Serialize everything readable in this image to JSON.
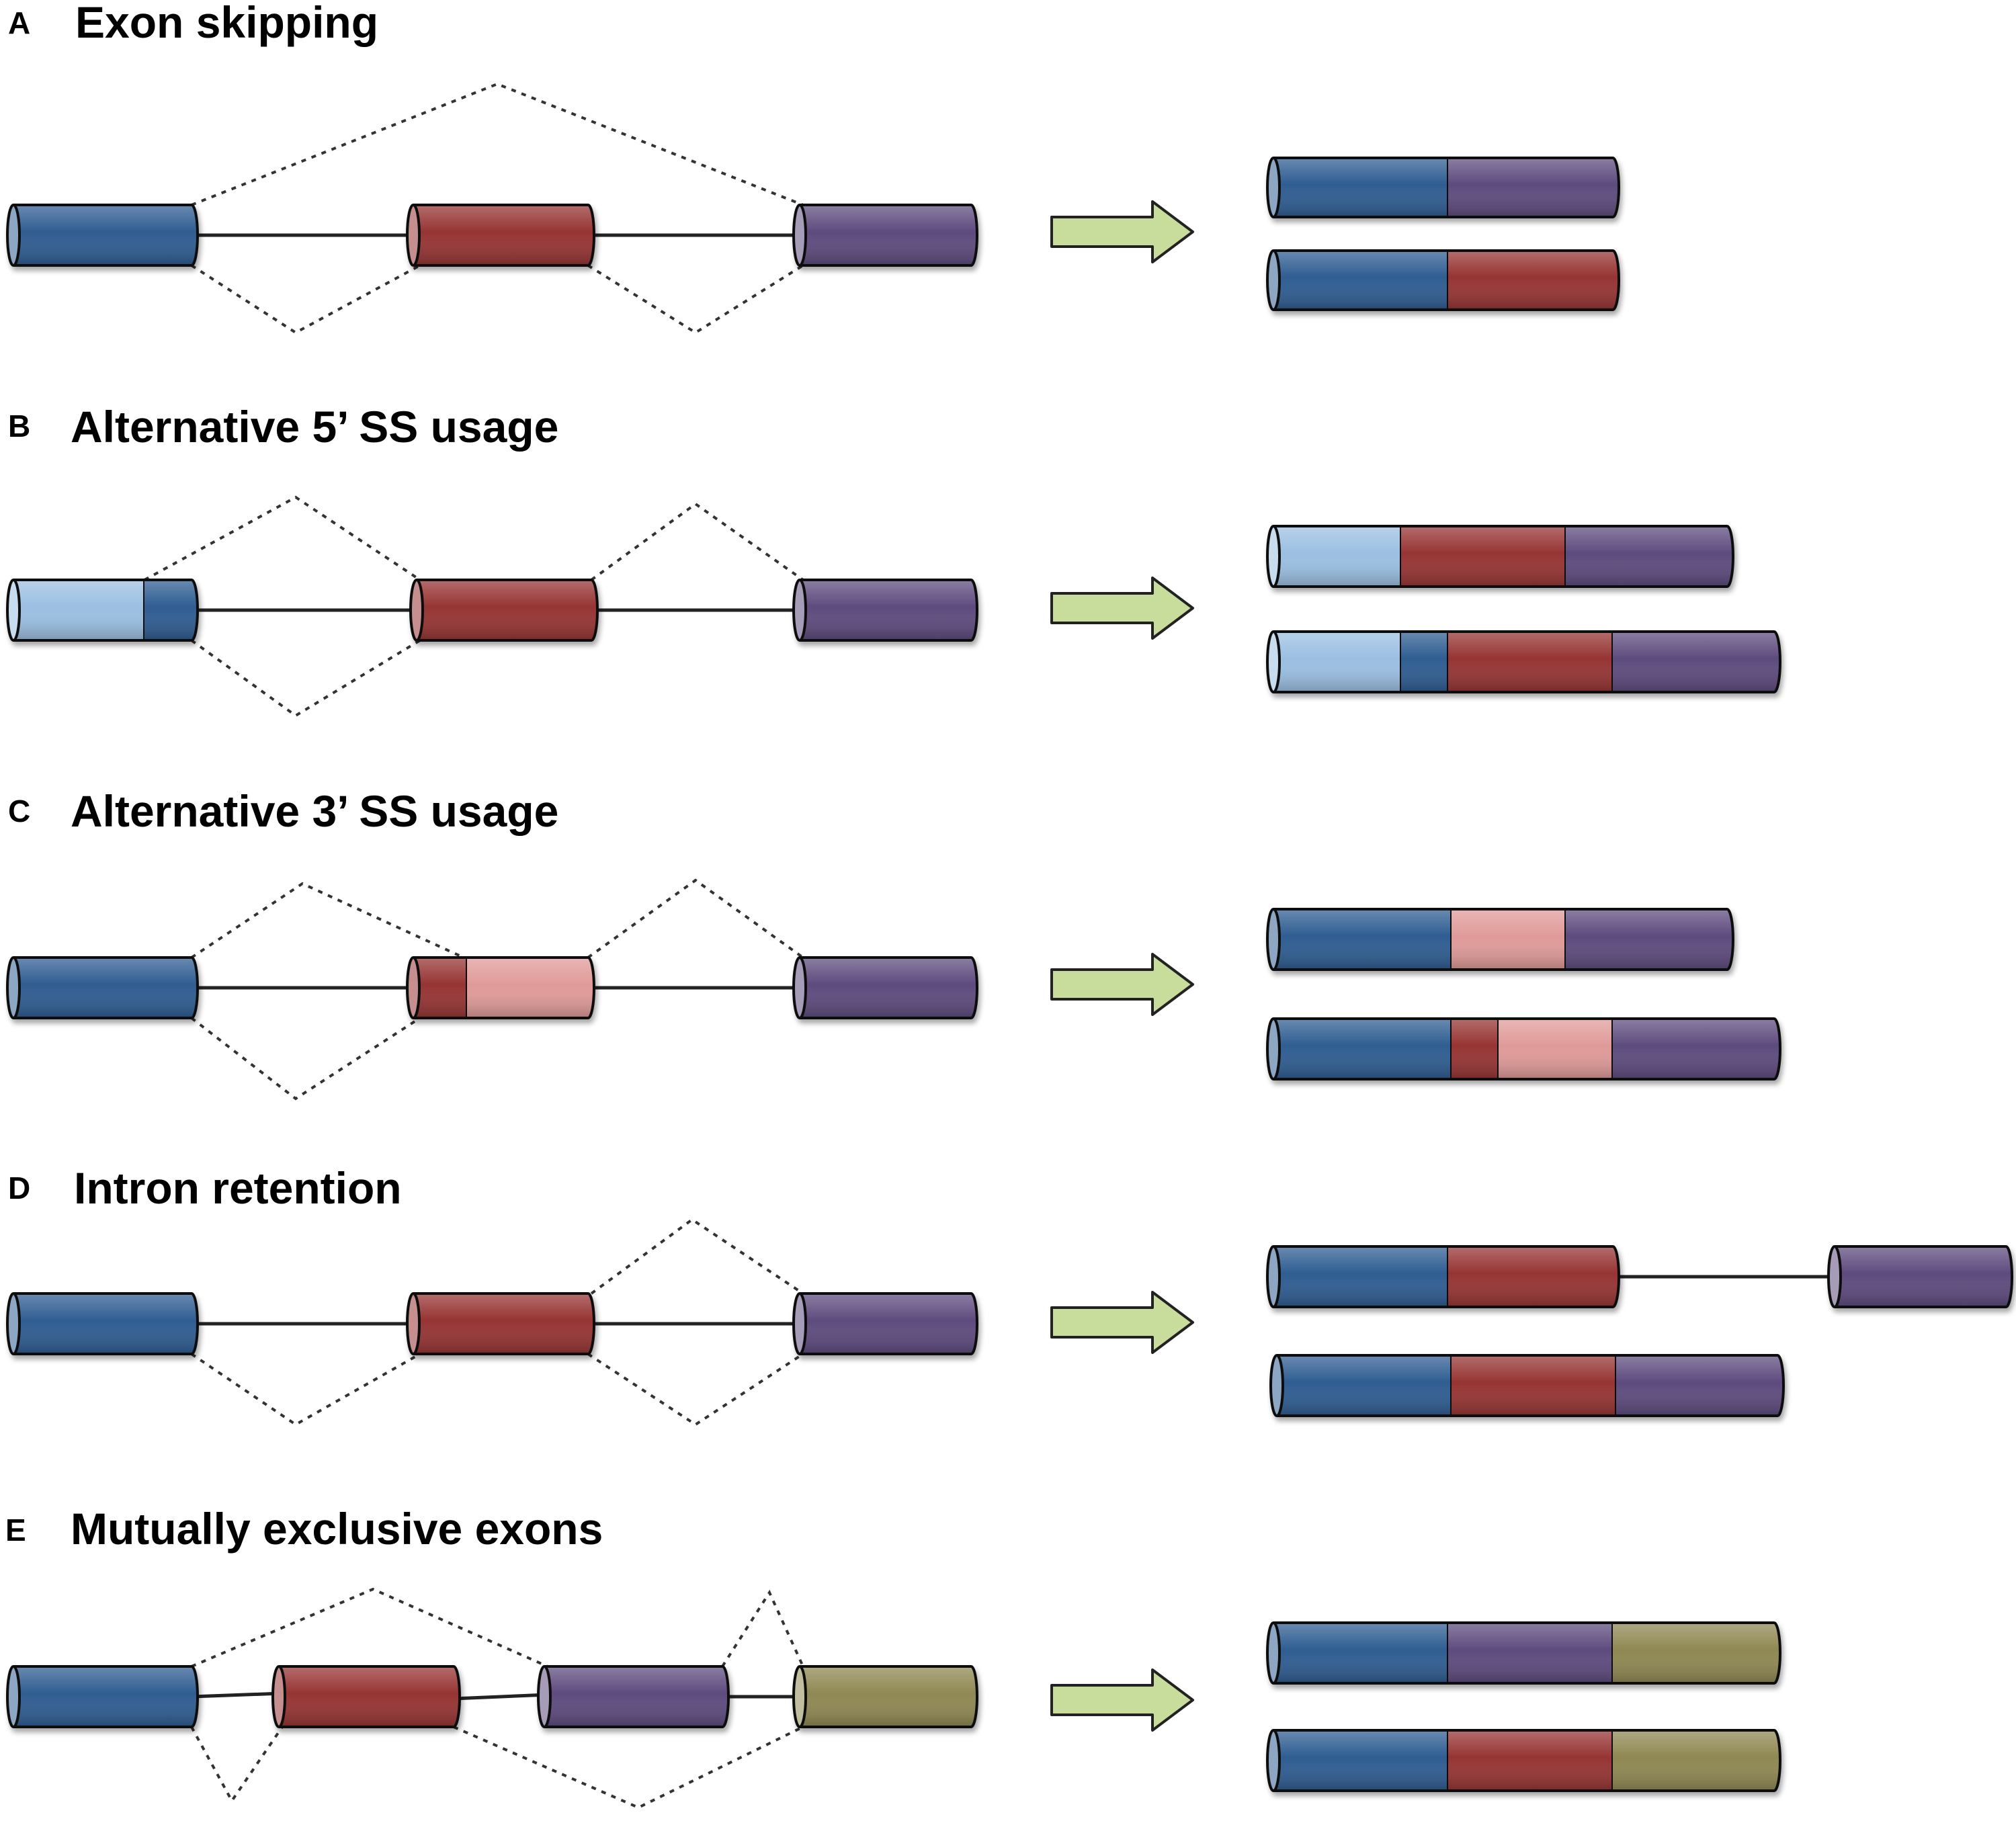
{
  "colors": {
    "blue": "#2f5d92",
    "light_blue": "#9bbfe2",
    "red": "#963433",
    "pink": "#df9a98",
    "purple": "#5e4b7e",
    "olive": "#8f8853",
    "arrow": "#c8dd9b"
  },
  "panels": [
    {
      "id": "a",
      "letter": "A",
      "title": "Exon skipping"
    },
    {
      "id": "b",
      "letter": "B",
      "title": "Alternative 5’ SS usage"
    },
    {
      "id": "c",
      "letter": "C",
      "title": "Alternative 3’ SS usage"
    },
    {
      "id": "d",
      "letter": "D",
      "title": "Intron retention"
    },
    {
      "id": "e",
      "letter": "E",
      "title": "Mutually exclusive exons"
    }
  ]
}
